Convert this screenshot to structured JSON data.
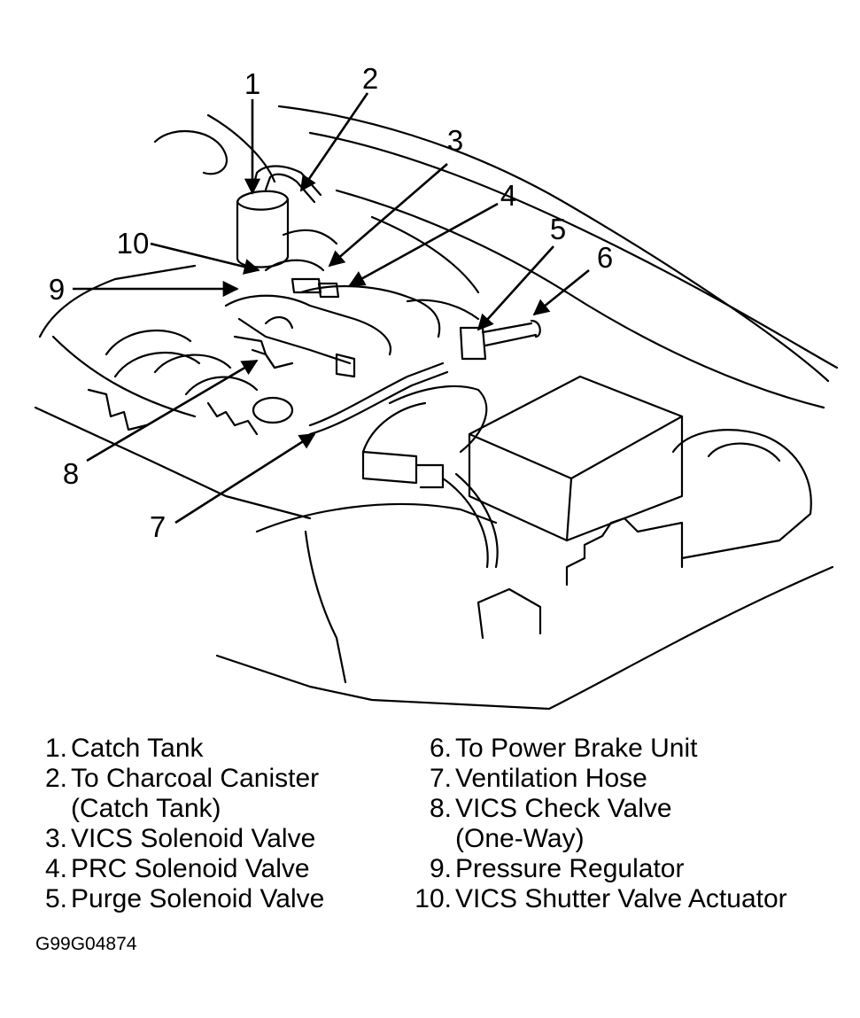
{
  "callouts": [
    "1",
    "2",
    "3",
    "4",
    "5",
    "6",
    "7",
    "8",
    "9",
    "10"
  ],
  "legend": {
    "left": [
      {
        "num": "1.",
        "label": "Catch Tank"
      },
      {
        "num": "2.",
        "label": "To Charcoal Canister",
        "sub": "(Catch Tank)"
      },
      {
        "num": "3.",
        "label": "VICS Solenoid Valve"
      },
      {
        "num": "4.",
        "label": "PRC Solenoid Valve"
      },
      {
        "num": "5.",
        "label": "Purge Solenoid Valve"
      }
    ],
    "right": [
      {
        "num": "6.",
        "label": "To Power Brake Unit"
      },
      {
        "num": "7.",
        "label": "Ventilation Hose"
      },
      {
        "num": "8.",
        "label": "VICS Check Valve",
        "sub": "(One-Way)"
      },
      {
        "num": "9.",
        "label": "Pressure Regulator"
      },
      {
        "num": "10.",
        "label": "VICS Shutter Valve Actuator"
      }
    ]
  },
  "figure_code": "G99G04874"
}
